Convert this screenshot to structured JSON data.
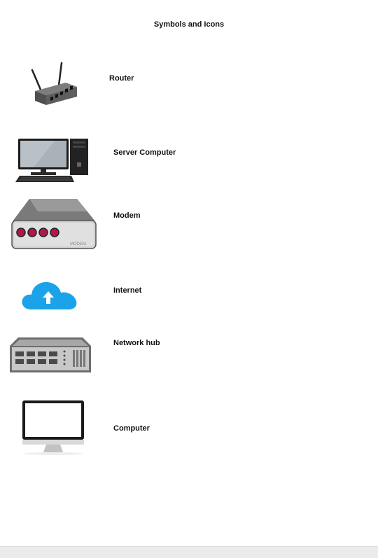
{
  "page": {
    "title": "Symbols and Icons"
  },
  "items": [
    {
      "label": "Router",
      "icon": "router-icon"
    },
    {
      "label": "Server Computer",
      "icon": "server-computer-icon"
    },
    {
      "label": "Modem",
      "icon": "modem-icon"
    },
    {
      "label": "Internet",
      "icon": "internet-cloud-icon"
    },
    {
      "label": "Network hub",
      "icon": "network-hub-icon"
    },
    {
      "label": "Computer",
      "icon": "computer-monitor-icon"
    }
  ],
  "modem_text": "MODEM",
  "colors": {
    "cloud": "#1aa3e8",
    "modem_light": "#c2185b",
    "device_gray": "#6b6b6b"
  }
}
